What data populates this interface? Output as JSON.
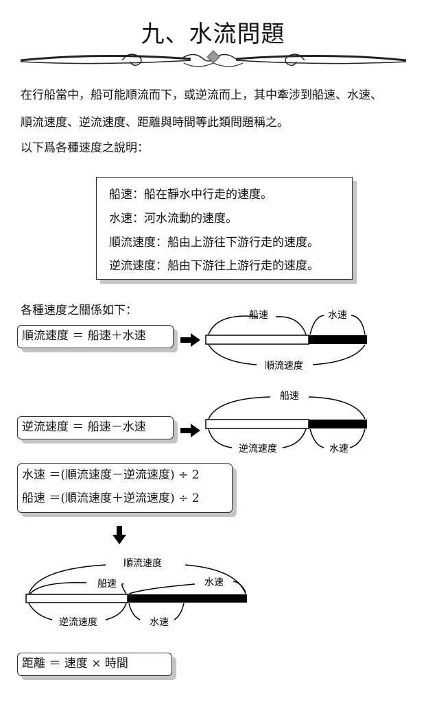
{
  "title": "九、水流問題",
  "intro": {
    "line1": "在行船當中，船可能順流而下，或逆流而上，其中牽涉到船速、水速、",
    "line2": "順流速度、逆流速度、距離與時間等此類問題稱之。",
    "line3": "以下爲各種速度之說明："
  },
  "definitions": [
    "船速：船在靜水中行走的速度。",
    "水速：河水流動的速度。",
    "順流速度：船由上游往下游行走的速度。",
    "逆流速度：船由下游往上游行走的速度。"
  ],
  "relations_heading": "各種速度之關係如下：",
  "formulas": {
    "downstream": "順流速度 ＝ 船速＋水速",
    "upstream": "逆流速度 ＝ 船速－水速",
    "water_speed": "水速 ＝(順流速度－逆流速度) ÷ 2",
    "boat_speed": "船速 ＝(順流速度＋逆流速度) ÷ 2",
    "distance": "距離 ＝ 速度 × 時間"
  },
  "diagram_labels": {
    "boat": "船速",
    "water": "水速",
    "downstream": "順流速度",
    "upstream": "逆流速度"
  },
  "colors": {
    "bar_dark": "#000000",
    "shadow": "#c4c4c4",
    "border": "#333333"
  },
  "icons": [
    "right-arrow-icon",
    "down-arrow-icon",
    "ornament-divider"
  ]
}
